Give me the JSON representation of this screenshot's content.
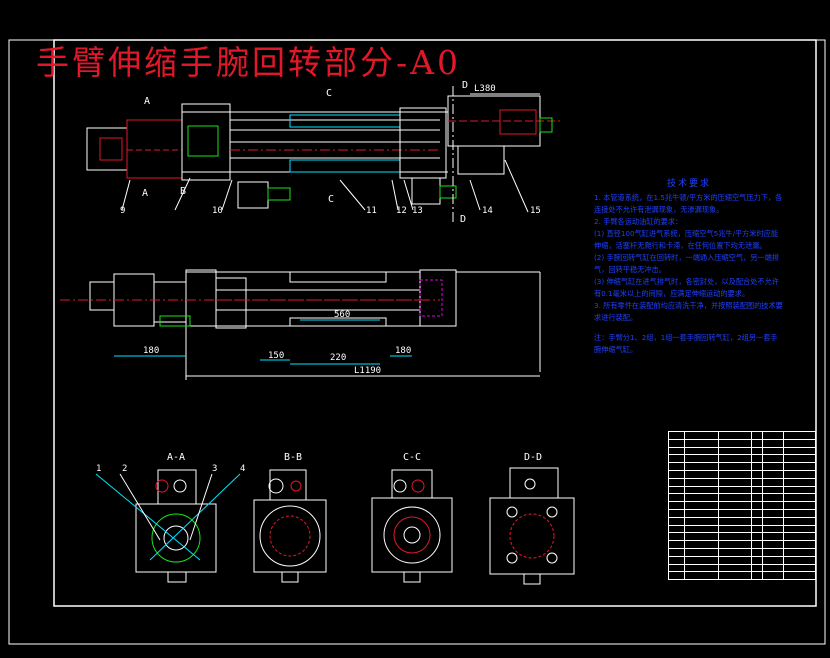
{
  "title": "手臂伸缩手腕回转部分-A0",
  "section_labels": {
    "aa": "A-A",
    "bb": "B-B",
    "cc": "C-C",
    "dd": "D-D",
    "c_top": "C",
    "c_bot": "C",
    "d_top": "D",
    "d_bot": "D",
    "a_top": "A",
    "a_bot": "A",
    "b_bot": "B"
  },
  "dimensions": {
    "l380": "L380",
    "d180": "180",
    "d150": "150",
    "d220": "220",
    "d560": "560",
    "d180b": "180",
    "l1190": "L1190"
  },
  "callouts": [
    "9",
    "10",
    "11",
    "12",
    "13",
    "14",
    "15",
    "1",
    "2",
    "3",
    "4"
  ],
  "tech": {
    "heading": "技术要求",
    "lines": [
      "1. 本管道系统，在1.5兆牛顿/平方米的压缩空气压力下，各连接处不允许有泄漏现象，无渗漏现象。",
      "2. 手臂各运动油缸的要求：",
      "(1) 直径100气缸进气系统，压缩空气5兆牛/平方米时应能伸缩，活塞杆无爬行和卡滞，在任何位置下均无泄漏。",
      "(2) 手腕回转气缸在回转时，一端通入压缩空气，另一端排气，回转平稳无冲击。",
      "(3) 伸缩气缸在进气排气时，各密封处，以及配合处不允许有0.1毫米以上的间隙，应满足伸缩运动的要求。",
      "3. 所有零件在装配前均应清洗干净，并按照装配图的技术要求进行装配。"
    ],
    "note": "注：手臂分1、2组，1组一套手腕回转气缸，2组另一套手腕伸缩气缸。"
  },
  "bom_rows": 19,
  "colors": {
    "bg": "#000000",
    "line": "#ffffff",
    "red": "#e0182a",
    "green": "#19e619",
    "cyan": "#00e5ff",
    "magenta": "#e000e0",
    "blue": "#2040ff"
  }
}
